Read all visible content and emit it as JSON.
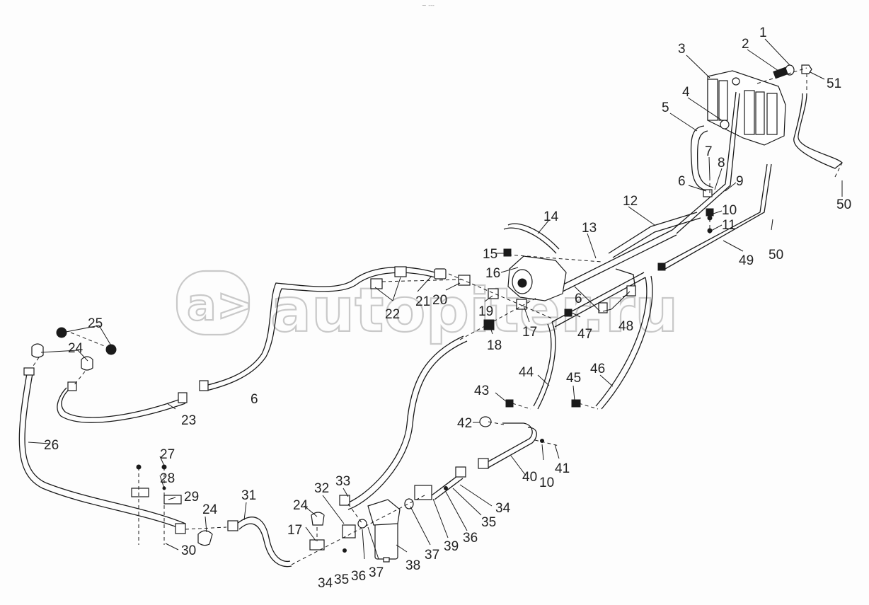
{
  "diagram": {
    "type": "exploded-parts-diagram",
    "subject": "hydraulic lines assembly",
    "header_mark": "~ ---",
    "watermark": {
      "logo": "a>",
      "text": "autopiter.ru"
    },
    "callouts": [
      "1",
      "2",
      "3",
      "4",
      "5",
      "6",
      "7",
      "8",
      "9",
      "10",
      "11",
      "12",
      "13",
      "14",
      "15",
      "16",
      "17",
      "18",
      "19",
      "20",
      "21",
      "22",
      "23",
      "24",
      "25",
      "26",
      "27",
      "28",
      "29",
      "30",
      "31",
      "32",
      "33",
      "34",
      "35",
      "36",
      "37",
      "38",
      "39",
      "40",
      "41",
      "42",
      "43",
      "44",
      "45",
      "46",
      "47",
      "48",
      "49",
      "50",
      "51"
    ],
    "labels": {
      "l1": "1",
      "l2": "2",
      "l3": "3",
      "l4": "4",
      "l5": "5",
      "l6a": "6",
      "l7": "7",
      "l8": "8",
      "l9": "9",
      "l10a": "10",
      "l11": "11",
      "l12": "12",
      "l13": "13",
      "l14": "14",
      "l15": "15",
      "l16": "16",
      "l17a": "17",
      "l18": "18",
      "l19": "19",
      "l20": "20",
      "l21": "21",
      "l22": "22",
      "l23": "23",
      "l24a": "24",
      "l25": "25",
      "l26": "26",
      "l27": "27",
      "l28": "28",
      "l29": "29",
      "l30": "30",
      "l31": "31",
      "l32": "32",
      "l33": "33",
      "l34a": "34",
      "l35a": "35",
      "l36a": "36",
      "l37a": "37",
      "l38": "38",
      "l39": "39",
      "l40": "40",
      "l41": "41",
      "l42": "42",
      "l43": "43",
      "l44": "44",
      "l45": "45",
      "l46": "46",
      "l47": "47",
      "l48": "48",
      "l49": "49",
      "l50a": "50",
      "l50b": "50",
      "l51": "51",
      "l6b": "6",
      "l6c": "6",
      "l10b": "10",
      "l17b": "17",
      "l24b": "24",
      "l24c": "24",
      "l34b": "34",
      "l35b": "35",
      "l36b": "36",
      "l37b": "37"
    },
    "colors": {
      "line": "#1a1a1a",
      "watermark": "#c9c9c9",
      "background": "#fdfdfd"
    }
  }
}
